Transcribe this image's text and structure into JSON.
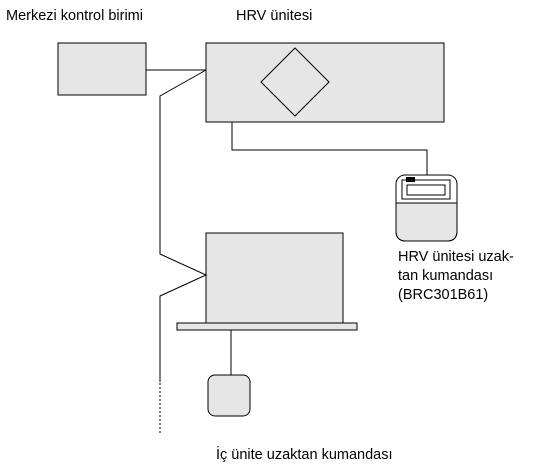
{
  "labels": {
    "central_control": "Merkezi kontrol birimi",
    "hrv_unit": "HRV ünitesi",
    "hrv_remote_lines": [
      "HRV ünitesi uzak-",
      "tan kumandası",
      "(BRC301B61)"
    ],
    "indoor_remote": "İç ünite uzaktan kumandası"
  },
  "colors": {
    "box_fill": "#e6e6e6",
    "stroke": "#000000"
  }
}
